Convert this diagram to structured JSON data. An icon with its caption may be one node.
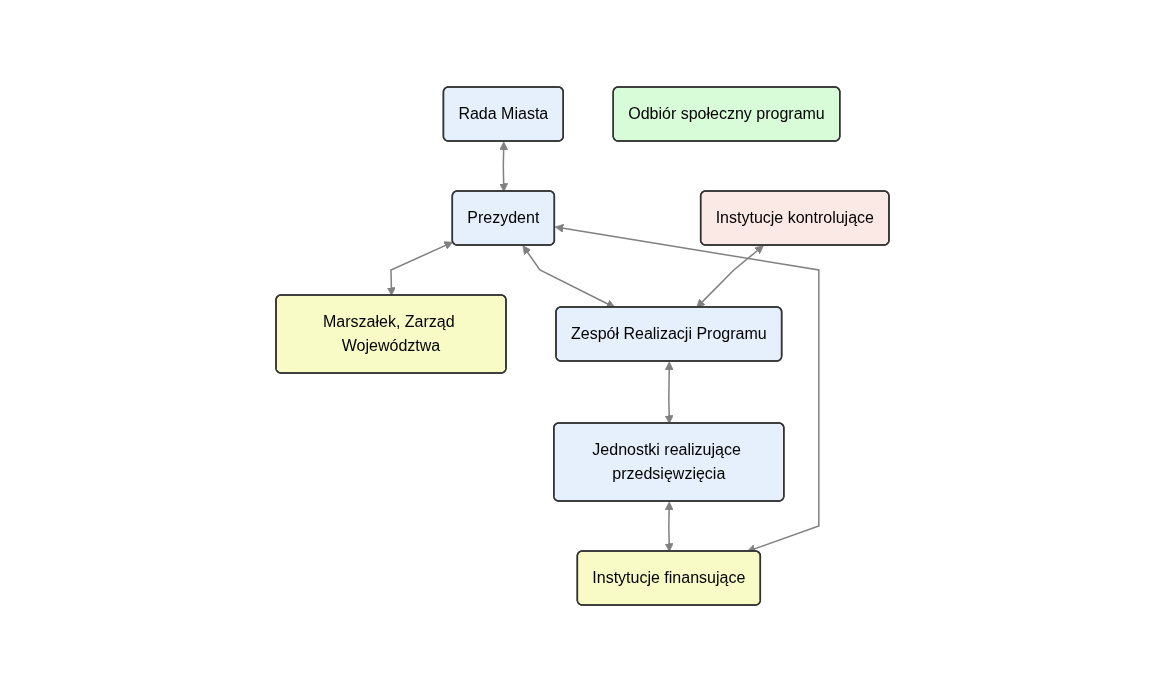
{
  "diagram": {
    "nodes": [
      {
        "text": [
          "Rada Miasta"
        ]
      },
      {
        "text": [
          "Prezydent"
        ]
      },
      {
        "text": [
          "Marszałek, Zarząd Województwa"
        ]
      },
      {
        "text": [
          "Instytucje kontrolujące"
        ]
      },
      {
        "text": [
          "Zespół Realizacji Programu"
        ]
      },
      {
        "text": [
          "Jednostki realizujące przedsięwzięcia"
        ]
      },
      {
        "text": [
          "Instytucje finansujące"
        ]
      },
      {
        "text": [
          "Odbiór społeczny programu"
        ]
      }
    ],
    "edges": [
      {
        "from": 0,
        "to": 1,
        "arrow": "both"
      },
      {
        "from": 1,
        "to": 2,
        "arrow": "both"
      },
      {
        "from": 1,
        "to": 4,
        "arrow": "both"
      },
      {
        "from": 3,
        "to": 4,
        "arrow": "both"
      },
      {
        "from": 4,
        "to": 5,
        "arrow": "both"
      },
      {
        "from": 5,
        "to": 6,
        "arrow": "both"
      },
      {
        "from": 1,
        "to": 6,
        "arrow": "both"
      }
    ]
  }
}
